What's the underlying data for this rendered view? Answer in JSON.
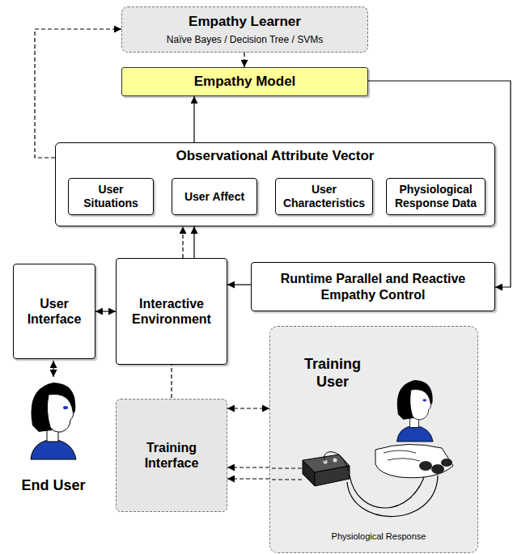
{
  "diagram": {
    "nodes": [
      {
        "text": [
          "Empathy Learner",
          "Naïve Bayes / Decision Tree / SVMs"
        ]
      },
      {
        "text": [
          "Empathy Model"
        ]
      },
      {
        "text": [
          "Observational Attribute Vector"
        ]
      },
      {
        "text": [
          "User Situations"
        ],
        "in": 2
      },
      {
        "text": [
          "User Affect"
        ],
        "in": 2
      },
      {
        "text": [
          "User Characteristics"
        ],
        "in": 2
      },
      {
        "text": [
          "Physiological Response Data"
        ],
        "in": 2
      },
      {
        "text": [
          "User Interface"
        ]
      },
      {
        "text": [
          "Interactive Environment"
        ]
      },
      {
        "text": [
          "Runtime Parallel and Reactive Empathy Control"
        ]
      },
      {
        "text": [
          "Training Interface"
        ]
      },
      {
        "text": [
          "Training User"
        ]
      }
    ],
    "edges": [
      {
        "from": 0,
        "to": 1,
        "arrow": "to"
      },
      {
        "from": 2,
        "to": 1,
        "arrow": "to"
      },
      {
        "from": 2,
        "to": 0,
        "arrow": "to"
      },
      {
        "from": 1,
        "to": 9,
        "arrow": "to"
      },
      {
        "from": 9,
        "to": 8,
        "arrow": "to"
      },
      {
        "from": 8,
        "to": 2,
        "arrow": "to"
      },
      {
        "from": 8,
        "to": 2,
        "arrow": "to"
      },
      {
        "from": 7,
        "to": 8,
        "arrow": "both"
      },
      {
        "from": 8,
        "to": 10,
        "arrow": "both"
      },
      {
        "from": 10,
        "to": 11,
        "arrow": "both"
      },
      {
        "from": 11,
        "to": 10,
        "arrow": "to"
      },
      {
        "from": 11,
        "to": 10,
        "arrow": "to"
      }
    ],
    "labels": [
      "End User",
      "Physiological Response"
    ]
  }
}
